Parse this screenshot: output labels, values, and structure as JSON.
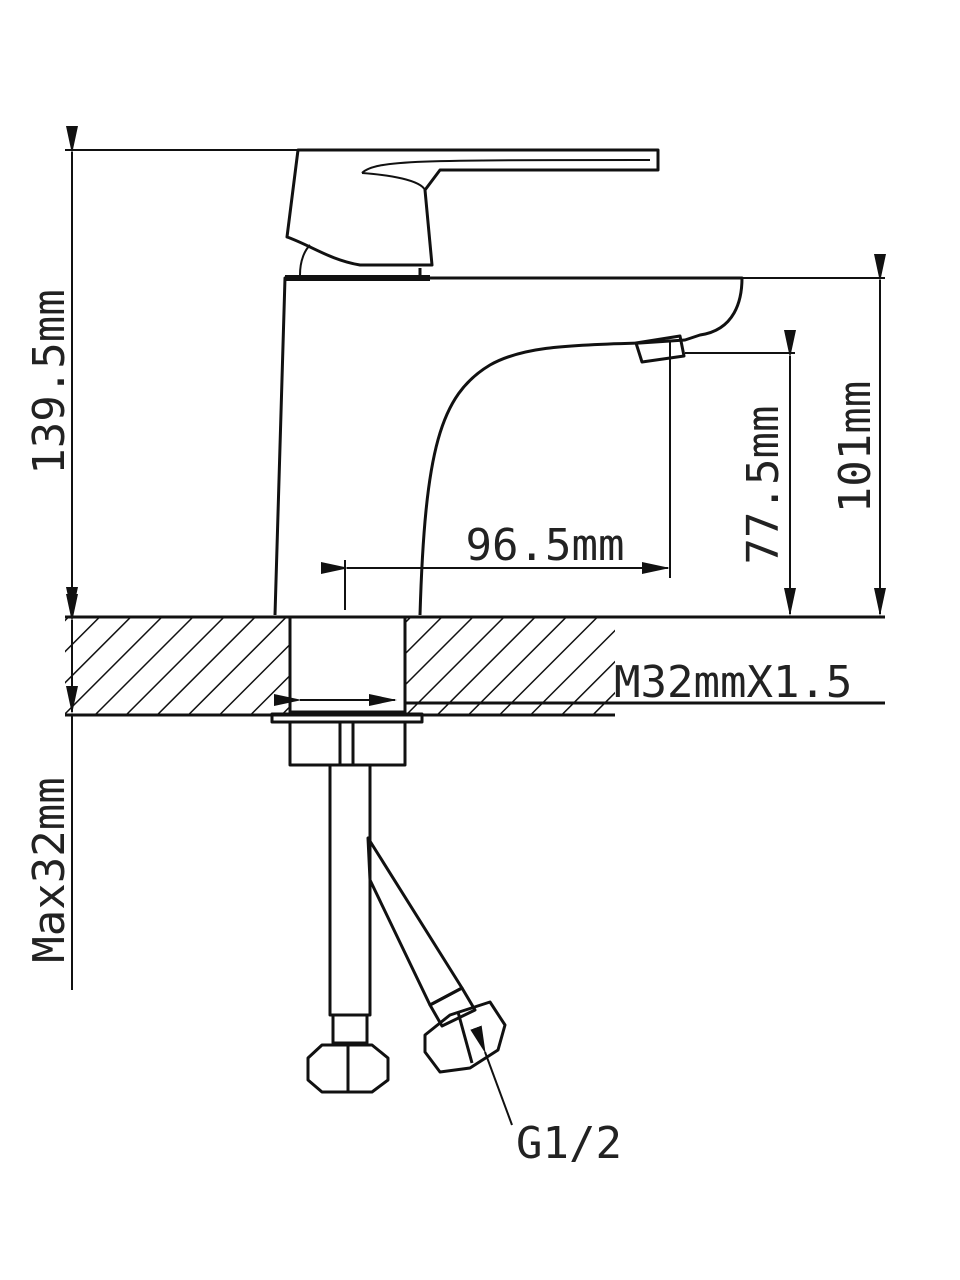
{
  "title": "Basin faucet dimension drawing",
  "colors": {
    "line": "#111111",
    "background": "#ffffff"
  },
  "dimensions": {
    "total_height": "139.5mm",
    "spout_top_height": "101mm",
    "spout_outlet_height": "77.5mm",
    "spout_reach": "96.5mm",
    "thread": "M32mmX1.5",
    "max_counter_thickness": "Max32mm",
    "hose_connection": "G1/2"
  }
}
